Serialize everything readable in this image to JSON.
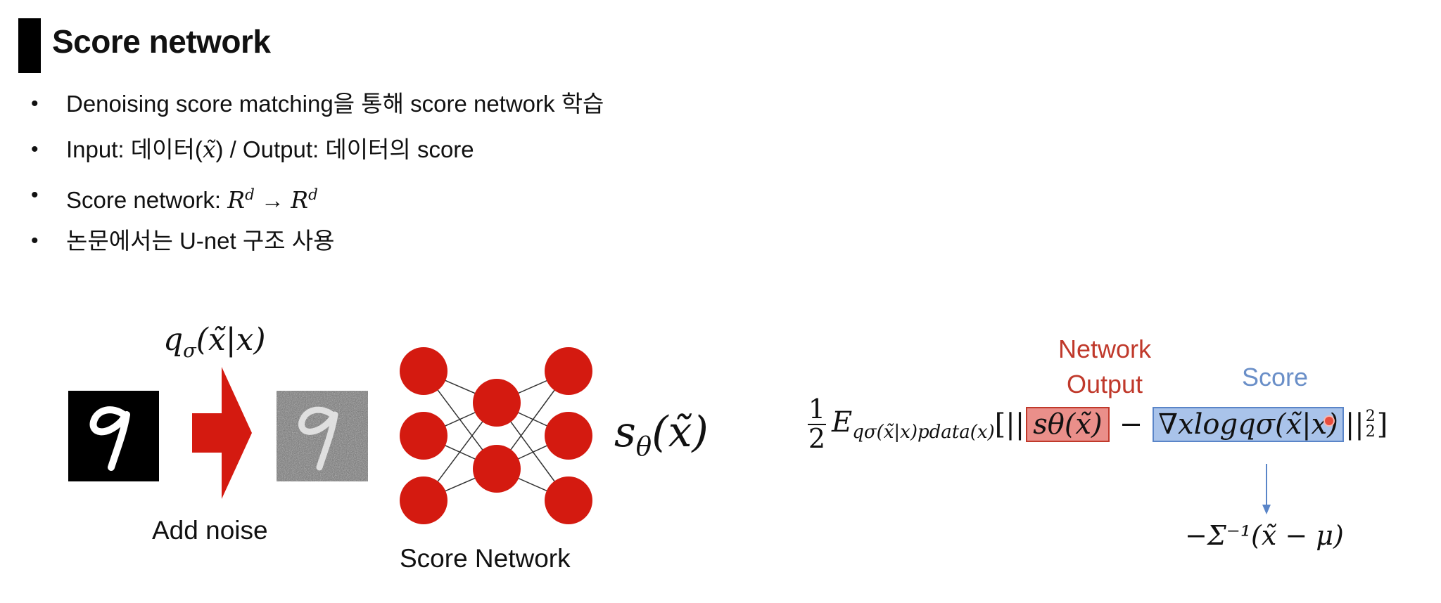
{
  "header": {
    "title": "Score network"
  },
  "bullets": [
    {
      "text": "Denoising score matching을 통해 score network 학습"
    },
    {
      "prefix": "Input: 데이터(",
      "math": "x̃",
      "mid": ") / Output: 데이터의 score"
    },
    {
      "prefix": "Score network: ",
      "math": "R",
      "sup": "d",
      "arrow": " → ",
      "math2": "R",
      "sup2": "d"
    },
    {
      "text": "논문에서는 U-net 구조 사용"
    }
  ],
  "diagram": {
    "noise_dist": {
      "q": "q",
      "sub": "σ",
      "args": "(x̃|x)"
    },
    "add_noise_label": "Add noise",
    "score_network_label": "Score Network",
    "output": {
      "s": "s",
      "sub": "θ",
      "args": "(x̃)"
    },
    "colors": {
      "node": "#d41a10",
      "arrow": "#d41a10",
      "edge": "#333333"
    }
  },
  "equation": {
    "frac_num": "1",
    "frac_den": "2",
    "expect": "E",
    "expect_sub": "qσ(x̃|x)pdata(x)",
    "open": "[||",
    "net_term": "sθ(x̃)",
    "minus": "−",
    "score_term": "∇xlogqσ(x̃|x)",
    "close": "||",
    "norm_sup": "2",
    "norm_sub": "2",
    "end": "]",
    "network_output_label": "Network Output",
    "score_label": "Score",
    "result": "−Σ⁻¹(x̃ − μ)",
    "colors": {
      "net_box": "#ea8f8a",
      "score_box": "#a9c3ea",
      "net_label": "#c0392b",
      "score_label": "#6a8fc8"
    }
  }
}
